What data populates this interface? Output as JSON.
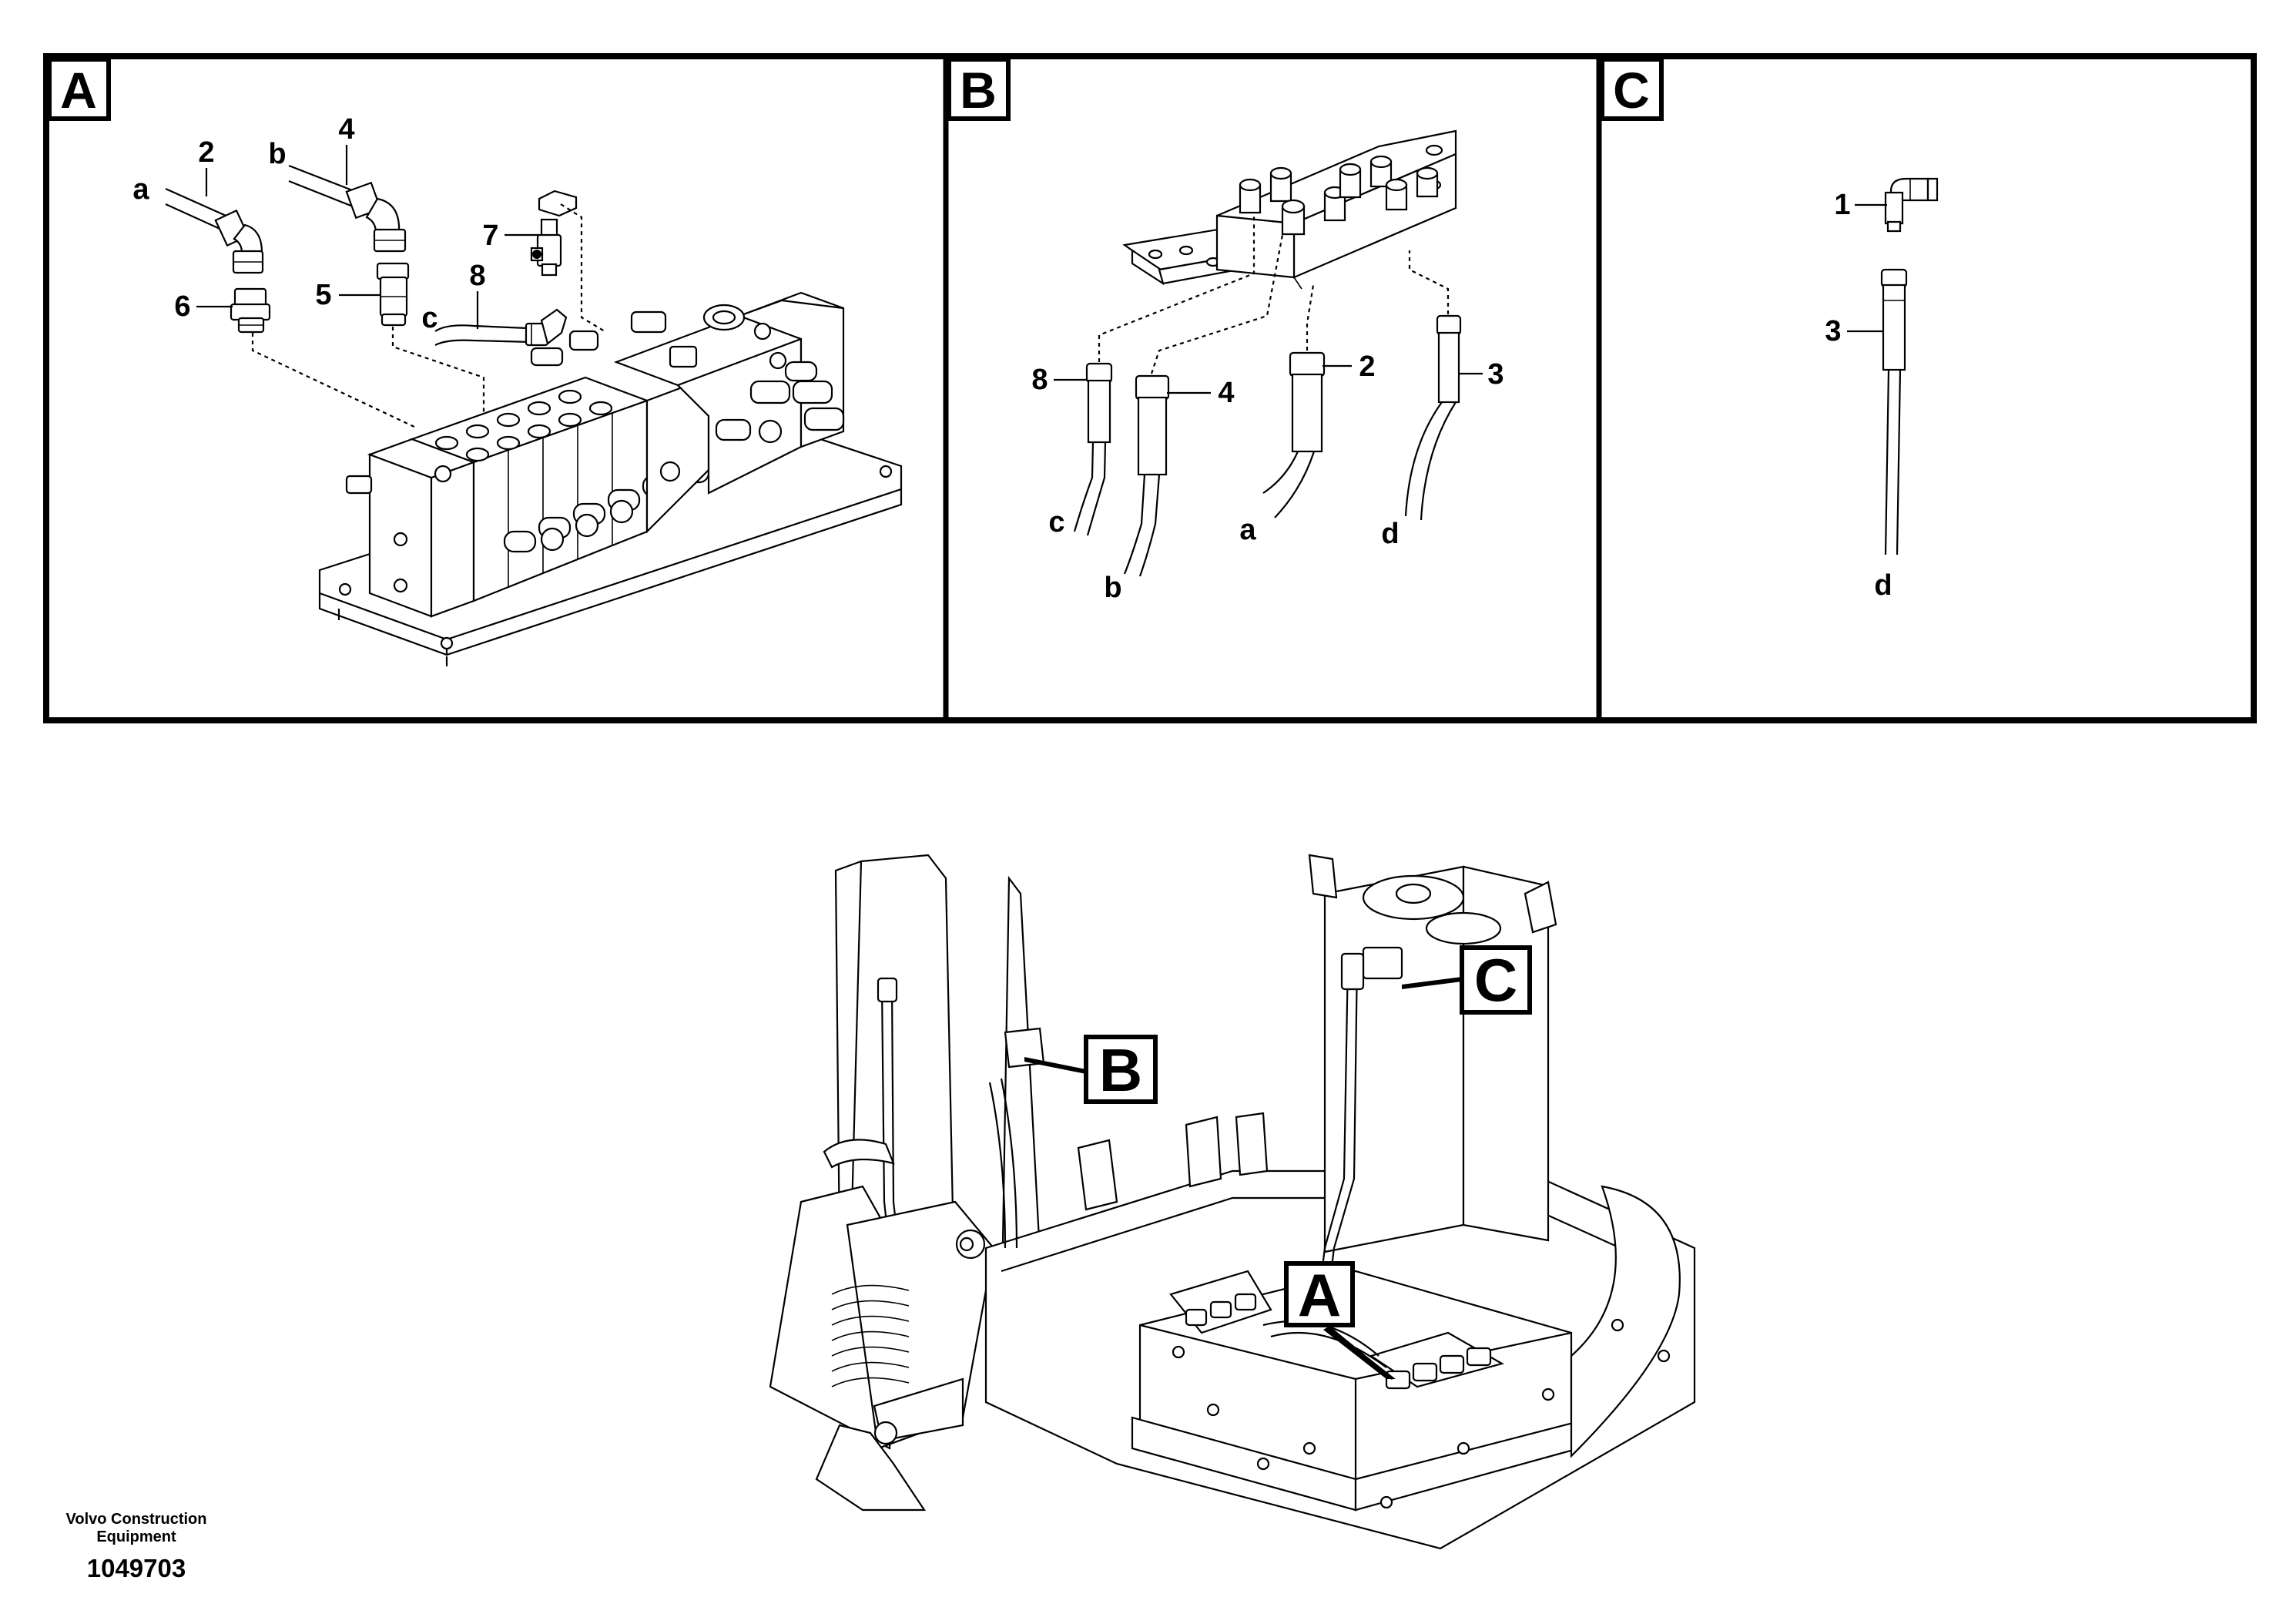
{
  "panels": [
    {
      "letter": "A",
      "labels": [
        "2",
        "4",
        "a",
        "b",
        "7",
        "8",
        "6",
        "5",
        "c"
      ]
    },
    {
      "letter": "B",
      "labels": [
        "8",
        "4",
        "2",
        "3",
        "c",
        "b",
        "a",
        "d"
      ]
    },
    {
      "letter": "C",
      "labels": [
        "1",
        "3",
        "d"
      ]
    }
  ],
  "callouts": {
    "a": "A",
    "b": "B",
    "c": "C"
  },
  "footer": {
    "brand_line1": "Volvo Construction",
    "brand_line2": "Equipment",
    "image_id": "1049703"
  }
}
